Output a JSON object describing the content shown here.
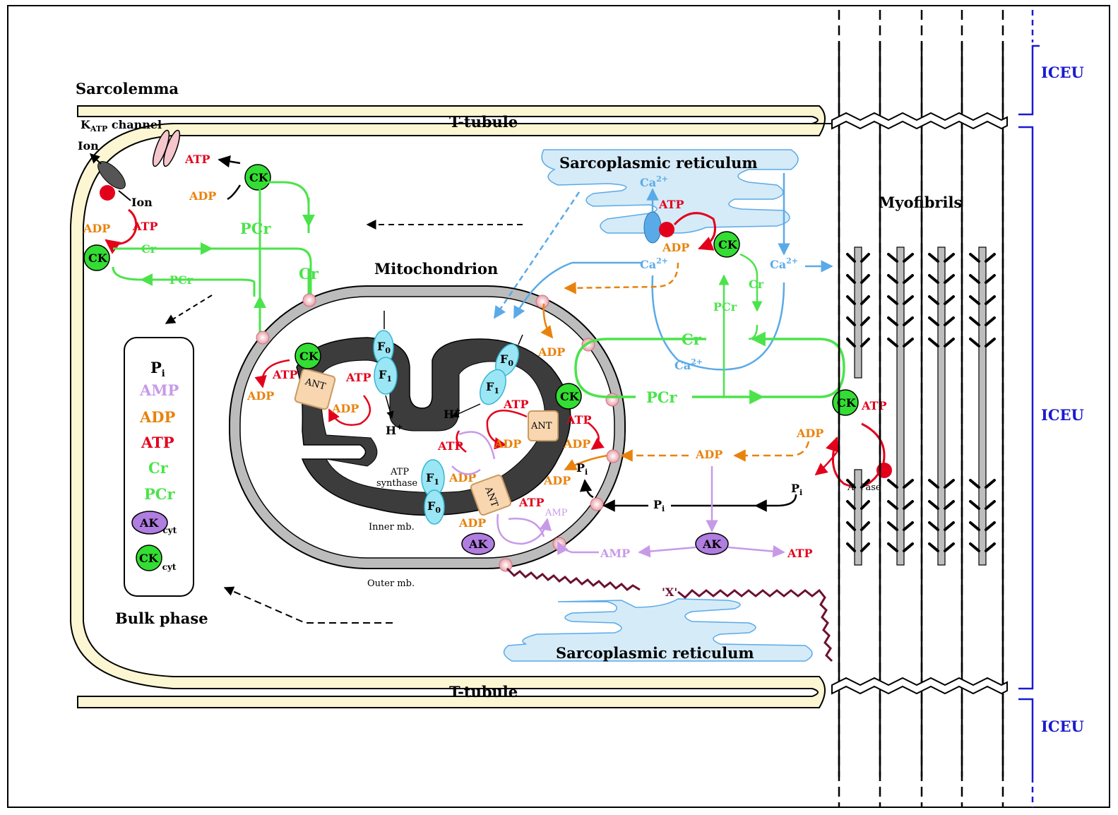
{
  "colors": {
    "atp": "#e3001b",
    "adp": "#e8820c",
    "cr": "#4be34b",
    "ck_fill": "#33dd33",
    "ca": "#5aaae8",
    "amp": "#c79ae8",
    "ak_fill": "#b07de0",
    "iceu": "#1a1ad0",
    "sr_fill": "#d5ebf8",
    "sr_stroke": "#5aaae8",
    "ant_fill": "#f7d6b0",
    "fo_fill": "#9be6f5",
    "x_link": "#6b1030",
    "ttubule_fill": "#fcf6d2"
  },
  "labels": {
    "sarcolemma": "Sarcolemma",
    "t_tubule_top": "T-tubule",
    "t_tubule_bottom": "T-tubule",
    "katp_main": "K",
    "katp_sub": "ATP",
    "katp_tail": " channel",
    "ion_out": "Ion",
    "ion_in": "Ion",
    "sr_top": "Sarcoplasmic reticulum",
    "sr_bottom": "Sarcoplasmic reticulum",
    "mitochondrion": "Mitochondrion",
    "myofibrils": "Myofibrils",
    "iceu_1": "ICEU",
    "iceu_2": "ICEU",
    "iceu_3": "ICEU",
    "bulk_phase": "Bulk phase",
    "inner_mb": "Inner mb.",
    "outer_mb": "Outer mb.",
    "atp_synthase_1": "ATP",
    "atp_synthase_2": "synthase",
    "x_factor": "'X'",
    "atpase": "ATPase"
  },
  "legend": {
    "pi_main": "P",
    "pi_sub": "i",
    "amp": "AMP",
    "adp": "ADP",
    "atp": "ATP",
    "cr": "Cr",
    "pcr": "PCr",
    "ak_main": "AK",
    "ak_sub": "cyt",
    "ck_main": "CK",
    "ck_sub": "cyt"
  },
  "molecules": {
    "atp": "ATP",
    "adp": "ADP",
    "cr": "Cr",
    "pcr": "PCr",
    "amp": "AMP",
    "ck": "CK",
    "ak": "AK",
    "ant": "ANT",
    "ca": "Ca",
    "ca_sup": "2+",
    "h": "H",
    "h_sup": "+",
    "f": "F",
    "f0_sub": "0",
    "f1_sub": "1",
    "pi": "P",
    "pi_sub": "i"
  }
}
